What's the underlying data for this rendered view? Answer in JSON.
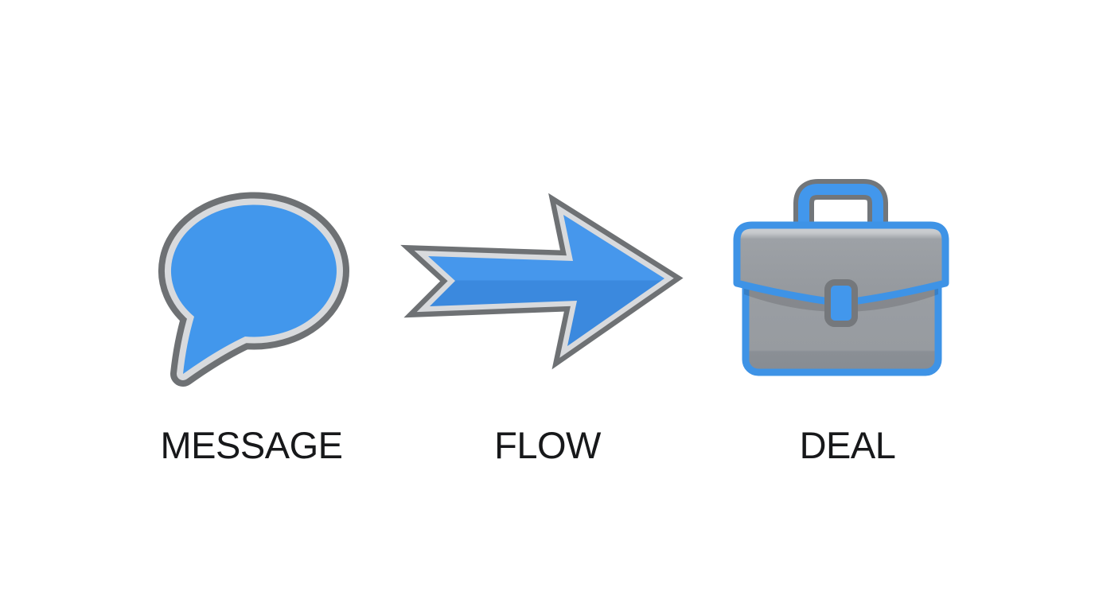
{
  "page": {
    "background": "#ffffff"
  },
  "diagram": {
    "steps": [
      {
        "label": "MESSAGE",
        "icon": "speech-bubble-icon"
      },
      {
        "label": "FLOW",
        "icon": "arrow-right-icon"
      },
      {
        "label": "DEAL",
        "icon": "briefcase-icon"
      }
    ],
    "colors": {
      "accent_blue": "#4297ec",
      "accent_blue_dark": "#3b89de",
      "icon_gray_fill": "#9b9fa3",
      "outline_dark_gray": "#6e7174",
      "outline_light_gray": "#d8dadd",
      "label_text": "#17181a"
    }
  }
}
